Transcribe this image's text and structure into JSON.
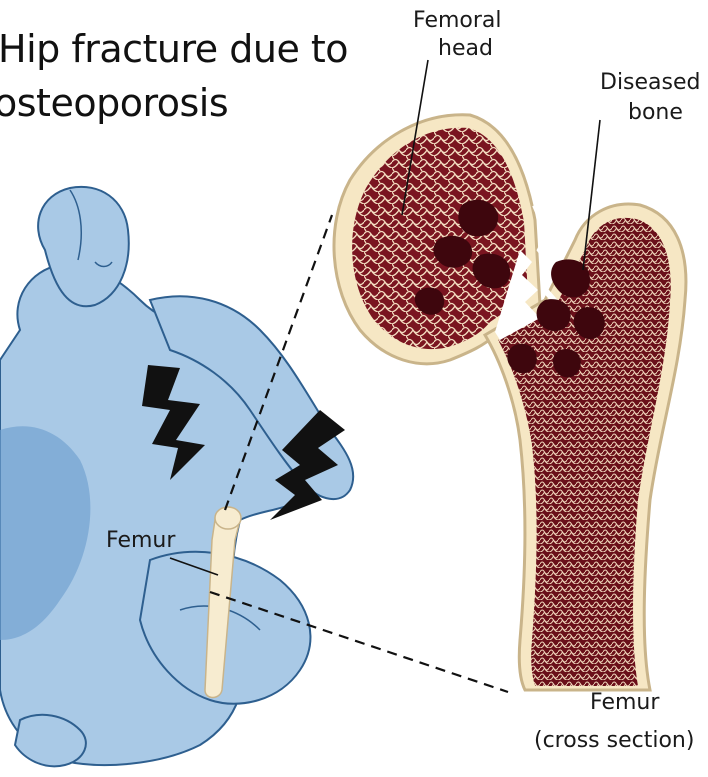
{
  "title": {
    "line1": "Hip fracture due to",
    "line2": "osteoporosis"
  },
  "labels": {
    "femoral_head_line1": "Femoral",
    "femoral_head_line2": "head",
    "diseased_bone_line1": "Diseased",
    "diseased_bone_line2": "bone",
    "femur": "Femur",
    "femur_cross_line1": "Femur",
    "femur_cross_line2": "(cross section)"
  },
  "colors": {
    "figure_fill": "#a9c9e6",
    "figure_shadow": "#6f9fcf",
    "figure_outline": "#2e5f8f",
    "bone_marrow": "#7a1520",
    "bone_marrow_dark": "#4d0a12",
    "bone_cortex": "#f6e7c4",
    "bone_outline": "#c9b48a",
    "femur_highlight": "#f7ecd0",
    "pain_bolt": "#111111",
    "leader_line": "#111111"
  },
  "icons": {
    "pain_indicator": "lightning-bolt-icon"
  }
}
